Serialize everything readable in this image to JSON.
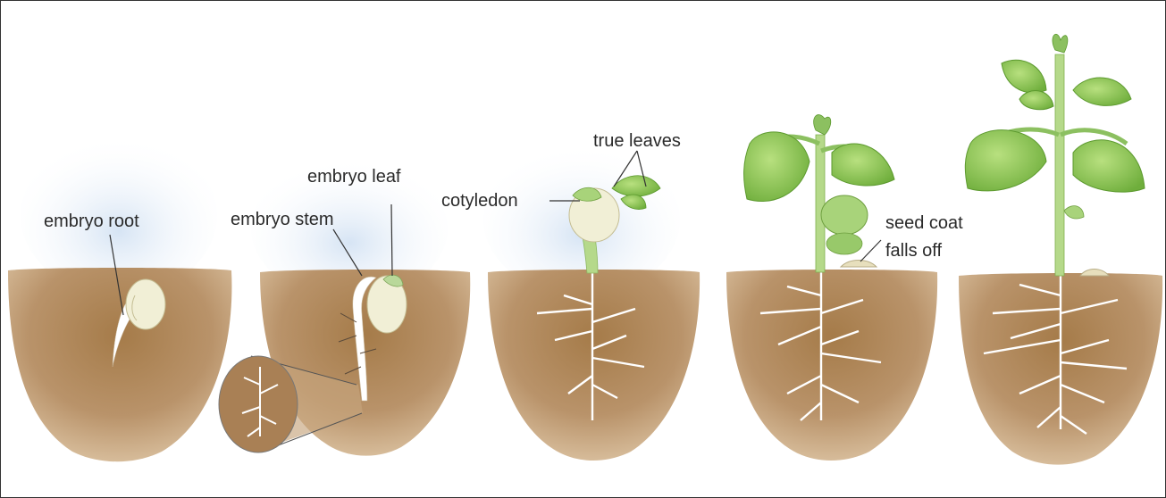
{
  "figure": {
    "title": "",
    "colors": {
      "soil_light": "#d9bc90",
      "soil_dark": "#8c6537",
      "sky": "#dce8f5",
      "leaf": "#9fcf63",
      "leaf_dark": "#5d9a2f",
      "stem": "#a8d37a",
      "root": "#ffffff",
      "seed": "#f0eed5",
      "line": "#333333"
    },
    "stages": [
      {
        "name": "stage-1",
        "labels": [
          {
            "id": "embryo-root",
            "text": "embryo root"
          }
        ]
      },
      {
        "name": "stage-2",
        "labels": [
          {
            "id": "embryo-stem",
            "text": "embryo stem"
          },
          {
            "id": "embryo-leaf",
            "text": "embryo leaf"
          }
        ]
      },
      {
        "name": "stage-3",
        "labels": [
          {
            "id": "cotyledon",
            "text": "cotyledon"
          },
          {
            "id": "true-leaves",
            "text": "true leaves"
          }
        ]
      },
      {
        "name": "stage-4",
        "labels": [
          {
            "id": "seed-coat",
            "text": "seed coat"
          },
          {
            "id": "falls-off",
            "text": "falls off"
          }
        ]
      },
      {
        "name": "stage-5",
        "labels": []
      }
    ]
  }
}
